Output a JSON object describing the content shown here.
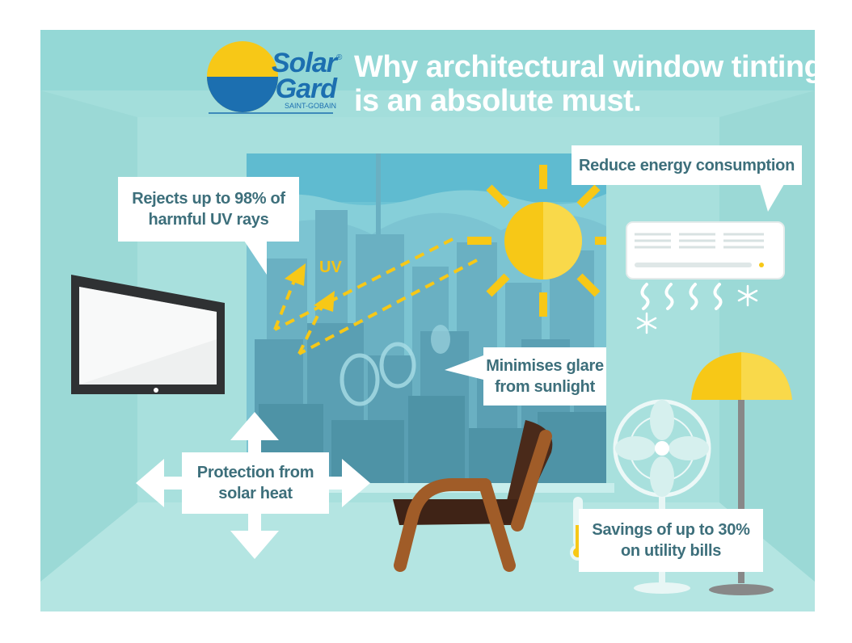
{
  "brand": {
    "logo_line1": "Solar",
    "logo_line2": "Gard",
    "logo_sub": "SAINT-GOBAIN",
    "registered": "®"
  },
  "title": {
    "line1": "Why architectural window tinting",
    "line2": "is an absolute must."
  },
  "callouts": {
    "uv": {
      "line1": "Rejects up to 98% of",
      "line2": "harmful UV rays"
    },
    "energy": {
      "line1": "Reduce energy consumption"
    },
    "glare": {
      "line1": "Minimises glare",
      "line2": "from sunlight"
    },
    "heat": {
      "line1": "Protection from",
      "line2": "solar heat"
    },
    "savings": {
      "line1": "Savings of up to 30%",
      "line2": "on utility bills"
    }
  },
  "uv_label": "UV",
  "colors": {
    "background": "#8dd3d1",
    "wall": "#a8e0dd",
    "floor": "#b7e6e3",
    "sky": "#6fc3d6",
    "sun": "#f7c817",
    "text": "#3d6f7b",
    "chair_frame": "#a05c28",
    "chair_seat": "#4a2a1a",
    "lamp_shade": "#f7c817"
  },
  "icons": [
    "sun-icon",
    "tv-icon",
    "air-conditioner-icon",
    "snowflake-icon",
    "fan-icon",
    "floor-lamp-icon",
    "armchair-icon",
    "thermometer-icon",
    "four-way-arrow-icon"
  ]
}
